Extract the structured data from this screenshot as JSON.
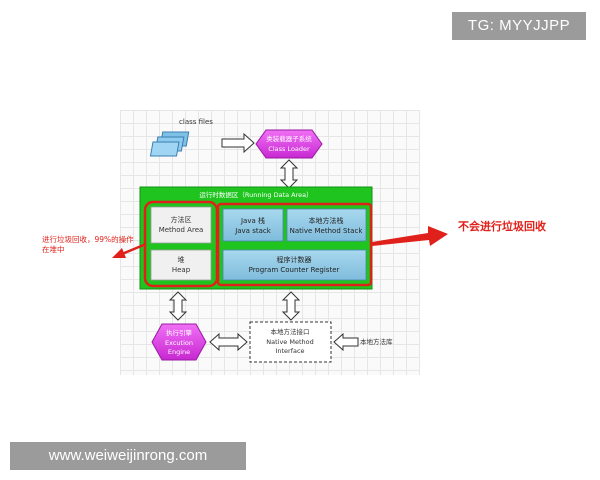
{
  "watermarks": {
    "tg": "TG: MYYJJPP",
    "site": "www.weiweijinrong.com"
  },
  "diagram": {
    "class_files": "class files",
    "class_loader": {
      "line1": "类装载器子系统",
      "line2": "Class Loader"
    },
    "runtime_area": "运行时数据区（Running Data Area）",
    "method_area": {
      "line1": "方法区",
      "line2": "Method Area"
    },
    "heap": {
      "line1": "堆",
      "line2": "Heap"
    },
    "java_stack": {
      "line1": "Java 栈",
      "line2": "Java stack"
    },
    "native_stack": {
      "line1": "本地方法栈",
      "line2": "Native Method Stack"
    },
    "pc_register": {
      "line1": "程序计数器",
      "line2": "Program Counter Register"
    },
    "exec_engine": {
      "line1": "执行引擎",
      "line2": "Excution",
      "line3": "Engine"
    },
    "native_interface": {
      "line1": "本地方法接口",
      "line2": "Native Method",
      "line3": "Interface"
    },
    "native_lib": "本地方法库"
  },
  "annotations": {
    "gc_left_line1": "进行垃圾回收，99%的操作",
    "gc_left_line2": "在堆中",
    "no_gc_right": "不会进行垃圾回收"
  },
  "colors": {
    "green": "#1fc41f",
    "magenta": "#e040e8",
    "red": "#e0201a",
    "blue_box": "#8fc7e3",
    "grey_box": "#f0f0f0"
  }
}
